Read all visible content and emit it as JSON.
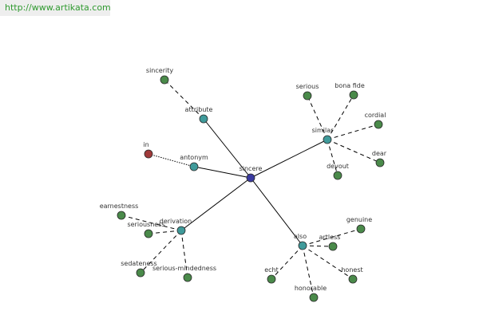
{
  "site_url": "http://www.artikata.com",
  "colors": {
    "center": "#3a3aa0",
    "relation": "#3f9a9a",
    "word": "#4a8a4a",
    "antonym": "#a03a3a"
  },
  "nodes": [
    {
      "id": "sincere",
      "label": "sincere",
      "kind": "center"
    },
    {
      "id": "attribute",
      "label": "attribute",
      "kind": "relation"
    },
    {
      "id": "antonym",
      "label": "antonym",
      "kind": "relation"
    },
    {
      "id": "similar",
      "label": "similar",
      "kind": "relation"
    },
    {
      "id": "derivation",
      "label": "derivation",
      "kind": "relation"
    },
    {
      "id": "also",
      "label": "also",
      "kind": "relation"
    },
    {
      "id": "sincerity",
      "label": "sincerity",
      "kind": "word"
    },
    {
      "id": "in",
      "label": "in",
      "kind": "antonym"
    },
    {
      "id": "serious",
      "label": "serious",
      "kind": "word"
    },
    {
      "id": "bona_fide",
      "label": "bona fide",
      "kind": "word"
    },
    {
      "id": "cordial",
      "label": "cordial",
      "kind": "word"
    },
    {
      "id": "dear",
      "label": "dear",
      "kind": "word"
    },
    {
      "id": "devout",
      "label": "devout",
      "kind": "word"
    },
    {
      "id": "earnestness",
      "label": "earnestness",
      "kind": "word"
    },
    {
      "id": "seriousness",
      "label": "seriousness",
      "kind": "word"
    },
    {
      "id": "sedateness",
      "label": "sedateness",
      "kind": "word"
    },
    {
      "id": "serious_mindedness",
      "label": "serious-mindedness",
      "kind": "word"
    },
    {
      "id": "genuine",
      "label": "genuine",
      "kind": "word"
    },
    {
      "id": "artless",
      "label": "artless",
      "kind": "word"
    },
    {
      "id": "honest",
      "label": "honest",
      "kind": "word"
    },
    {
      "id": "honorable",
      "label": "honorable",
      "kind": "word"
    },
    {
      "id": "echt",
      "label": "echt",
      "kind": "word"
    }
  ],
  "edges": [
    {
      "from": "sincere",
      "to": "attribute",
      "style": "solid"
    },
    {
      "from": "sincere",
      "to": "antonym",
      "style": "solid"
    },
    {
      "from": "sincere",
      "to": "similar",
      "style": "solid"
    },
    {
      "from": "sincere",
      "to": "derivation",
      "style": "solid"
    },
    {
      "from": "sincere",
      "to": "also",
      "style": "solid"
    },
    {
      "from": "attribute",
      "to": "sincerity",
      "style": "dashed"
    },
    {
      "from": "antonym",
      "to": "in",
      "style": "dotted"
    },
    {
      "from": "similar",
      "to": "serious",
      "style": "dashed"
    },
    {
      "from": "similar",
      "to": "bona_fide",
      "style": "dashed"
    },
    {
      "from": "similar",
      "to": "cordial",
      "style": "dashed"
    },
    {
      "from": "similar",
      "to": "dear",
      "style": "dashed"
    },
    {
      "from": "similar",
      "to": "devout",
      "style": "dashed"
    },
    {
      "from": "derivation",
      "to": "earnestness",
      "style": "dashed"
    },
    {
      "from": "derivation",
      "to": "seriousness",
      "style": "dashed"
    },
    {
      "from": "derivation",
      "to": "sedateness",
      "style": "dashed"
    },
    {
      "from": "derivation",
      "to": "serious_mindedness",
      "style": "dashed"
    },
    {
      "from": "also",
      "to": "genuine",
      "style": "dashed"
    },
    {
      "from": "also",
      "to": "artless",
      "style": "dashed"
    },
    {
      "from": "also",
      "to": "honest",
      "style": "dashed"
    },
    {
      "from": "also",
      "to": "honorable",
      "style": "dashed"
    },
    {
      "from": "also",
      "to": "echt",
      "style": "dashed"
    }
  ]
}
